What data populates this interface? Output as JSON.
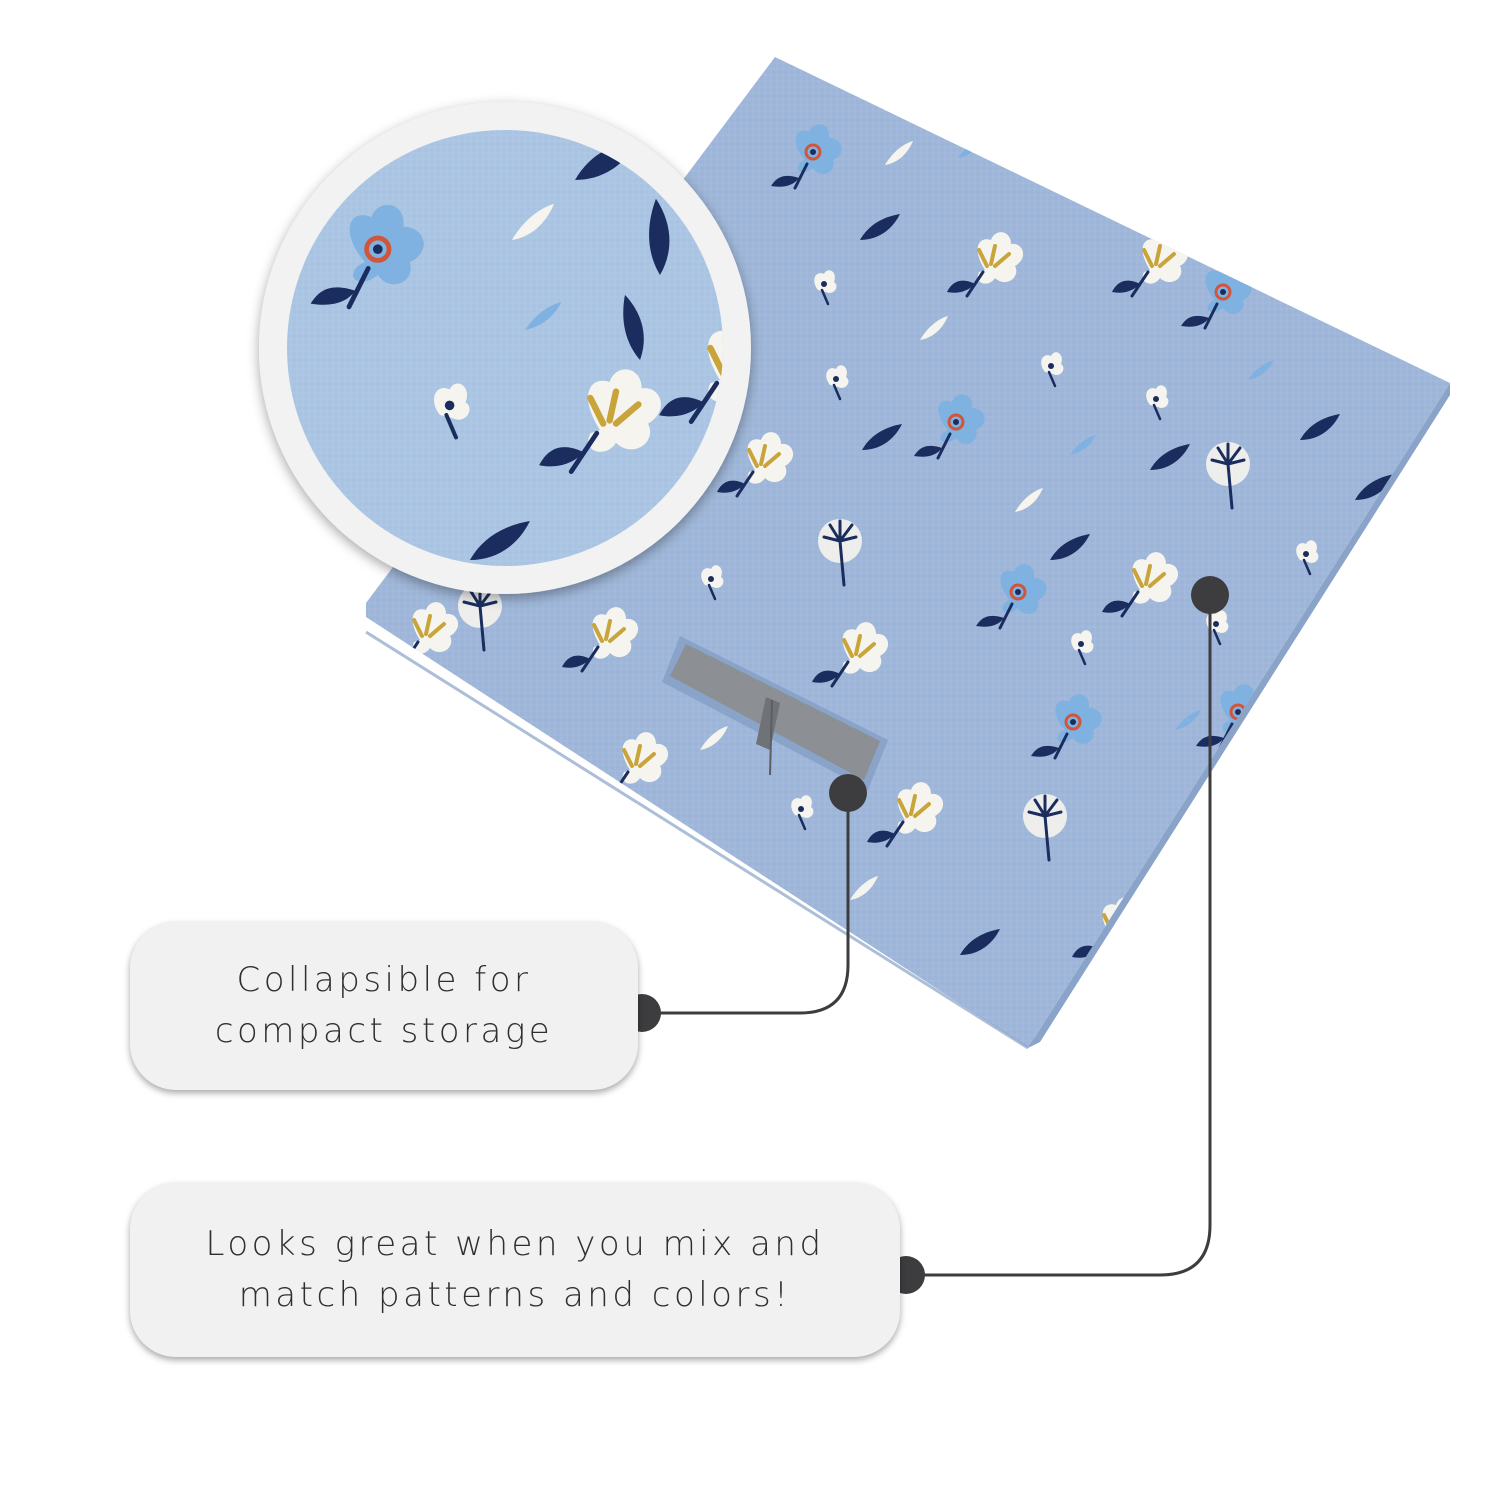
{
  "callouts": [
    {
      "lines": [
        "Collapsible for",
        "compact storage"
      ]
    },
    {
      "lines": [
        "Looks great when you mix and",
        "match patterns and colors!"
      ]
    }
  ],
  "colors": {
    "background": "#ffffff",
    "fabric": "#9db5d8",
    "fabric_edge": "#8aa3c8",
    "fabric_shadow": "#7f97bd",
    "handle": "#8c8f94",
    "handle_dark": "#6f7277",
    "navy": "#1a2d5e",
    "petal_white": "#f6f4ee",
    "petal_blue": "#7fb2e0",
    "gold": "#c9a43a",
    "coral": "#d0553a",
    "callout_bg": "#f1f1f1",
    "callout_text": "#2f2f2f",
    "connector": "#3d3d3f",
    "magnifier_ring": "#f2f2f2"
  },
  "icons": {
    "pointer_dot": "filled-circle",
    "magnifier": "zoom-circle",
    "motif": "floral-sprig"
  }
}
